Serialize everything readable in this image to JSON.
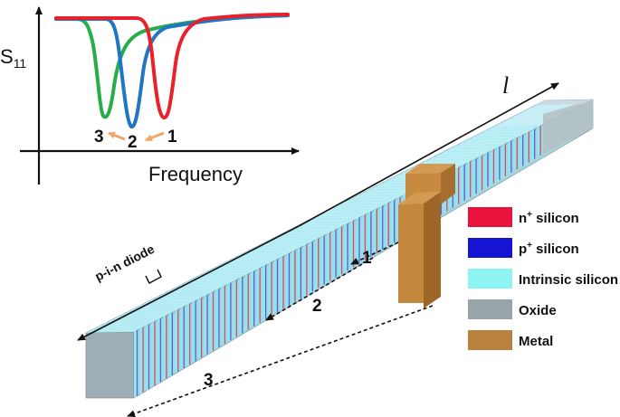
{
  "inset": {
    "ylabel_main": "S",
    "ylabel_sub": "11",
    "xlabel": "Frequency",
    "dip_labels": [
      "3",
      "2",
      "1"
    ],
    "series": [
      {
        "label": "1",
        "color": "#e8212b"
      },
      {
        "label": "2",
        "color": "#1f77c4"
      },
      {
        "label": "3",
        "color": "#27ad4a"
      }
    ]
  },
  "device": {
    "length_symbol": "l",
    "diode_label": "p-i-n diode",
    "section_labels": [
      "1",
      "2",
      "3"
    ]
  },
  "legend": {
    "items": [
      {
        "label_main": "n",
        "label_sup": "+",
        "label_rest": " silicon",
        "color": "#e8123c"
      },
      {
        "label_main": "p",
        "label_sup": "+",
        "label_rest": " silicon",
        "color": "#1414d2"
      },
      {
        "label_main": "Intrinsic silicon",
        "label_sup": "",
        "label_rest": "",
        "color": "#8ef4f4"
      },
      {
        "label_main": "Oxide",
        "label_sup": "",
        "label_rest": "",
        "color": "#98a4a8"
      },
      {
        "label_main": "Metal",
        "label_sup": "",
        "label_rest": "",
        "color": "#b8823e"
      }
    ]
  },
  "colors": {
    "arrow_orange": "#f0a868",
    "axis": "#111111"
  }
}
